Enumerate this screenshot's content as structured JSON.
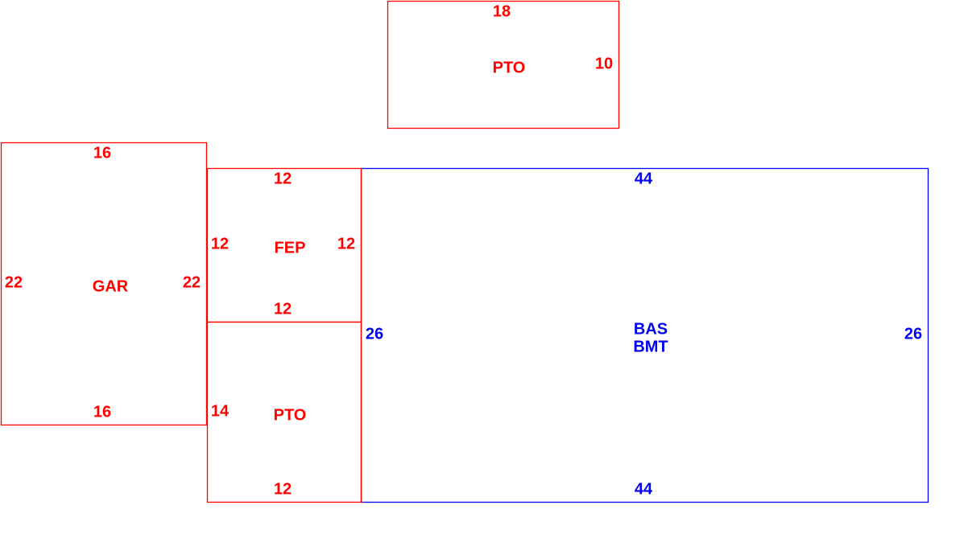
{
  "colors": {
    "red": "#ff0000",
    "blue": "#0000ee"
  },
  "areas": {
    "pto_top": {
      "label": "PTO",
      "top": "18",
      "right": "10"
    },
    "gar": {
      "label": "GAR",
      "top": "16",
      "bottom": "16",
      "left": "22",
      "right": "22"
    },
    "fep": {
      "label": "FEP",
      "top": "12",
      "bottom": "12",
      "left": "12",
      "right": "12"
    },
    "pto_bottom": {
      "label": "PTO",
      "left": "14",
      "bottom": "12"
    },
    "bas": {
      "label_line1": "BAS",
      "label_line2": "BMT",
      "top": "44",
      "bottom": "44",
      "left": "26",
      "right": "26"
    }
  }
}
